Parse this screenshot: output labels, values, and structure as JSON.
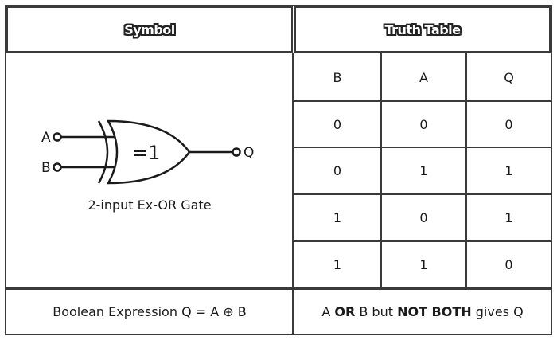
{
  "headers": {
    "symbol": "Symbol",
    "truth_table": "Truth Table"
  },
  "gate": {
    "input_a": "A",
    "input_b": "B",
    "output": "Q",
    "label": "=1",
    "caption": "2-input Ex-OR Gate"
  },
  "truth_table": {
    "columns": [
      "B",
      "A",
      "Q"
    ],
    "rows": [
      [
        "0",
        "0",
        "0"
      ],
      [
        "0",
        "1",
        "1"
      ],
      [
        "1",
        "0",
        "1"
      ],
      [
        "1",
        "1",
        "0"
      ]
    ]
  },
  "footer": {
    "expression_prefix": "Boolean Expression Q = A ",
    "expression_operator": "⊕",
    "expression_suffix": " B",
    "rule_part1": "A ",
    "rule_or": "OR",
    "rule_part2": " B but ",
    "rule_notboth": "NOT BOTH",
    "rule_part3": " gives Q"
  }
}
